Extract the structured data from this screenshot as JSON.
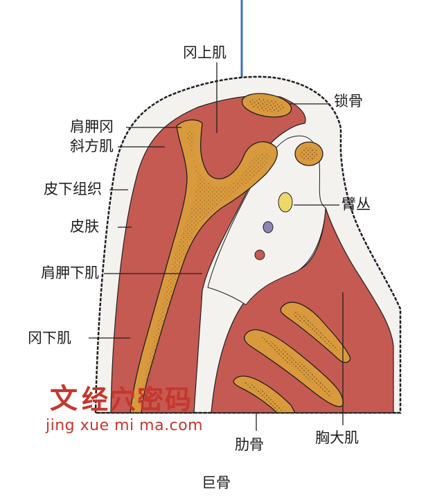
{
  "labels": {
    "gangshangji": "冈上肌",
    "suogu": "锁骨",
    "jianjiagang": "肩胛冈",
    "xiefangji": "斜方肌",
    "pixiazuzhi": "皮下组织",
    "bicong": "臂丛",
    "pifu": "皮肤",
    "jianjiaxiaji": "肩胛下肌",
    "gangxiaji": "冈下肌",
    "leigu": "肋骨",
    "xiongdaji": "胸大肌",
    "jugu": "巨骨"
  },
  "watermark": {
    "logo": "文",
    "chinese": "经穴密码",
    "pinyin": "jing xue mi ma.com"
  },
  "colors": {
    "muscle": "#c55a52",
    "bone": "#d99a3e",
    "bone_stipple": "#6b4a1c",
    "tissue": "#f4f2ee",
    "nerve": "#ecd86a",
    "vessel": "#8d86b6",
    "watermark": "#c6362c",
    "needle": "#3a6fc0"
  }
}
